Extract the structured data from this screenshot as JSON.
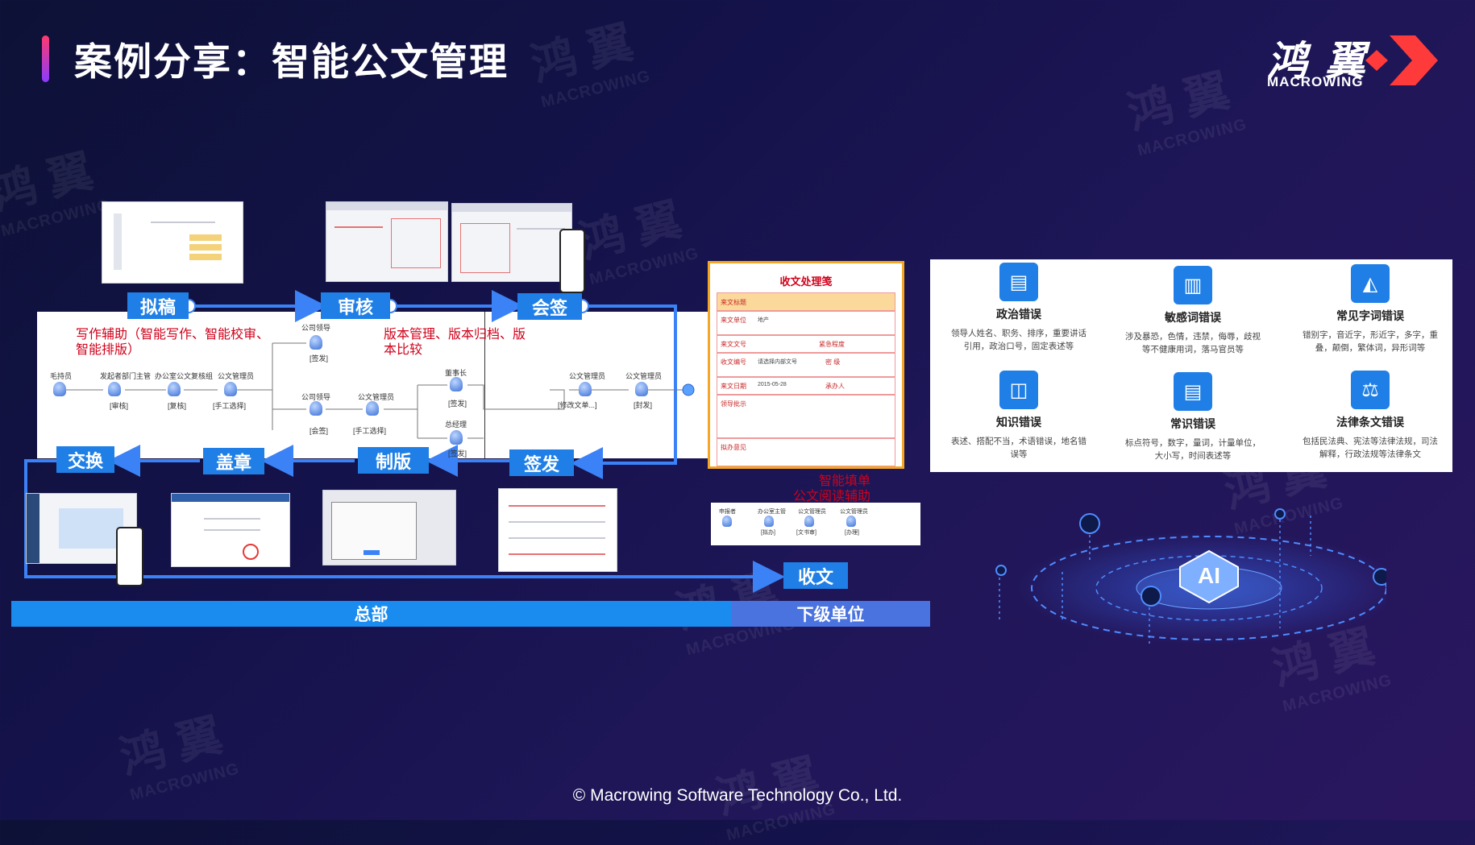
{
  "header": {
    "title": "案例分享：智能公文管理"
  },
  "brand": {
    "name_cn": "鸿 翼",
    "name_en": "MACROWING"
  },
  "watermark": {
    "cn": "鸿 翼",
    "en": "MACROWING"
  },
  "workflow": {
    "stages": {
      "draft": "拟稿",
      "review": "审核",
      "countersign": "会签",
      "issue": "签发",
      "typeset": "制版",
      "stamp": "盖章",
      "exchange": "交换",
      "receive": "收文"
    },
    "note_writing": "写作辅助（智能写作、智能校审、智能排版）",
    "note_version": "版本管理、版本归档、版本比较",
    "note_form": "智能填单\n公文阅读辅助",
    "nodes": {
      "n1": "毛持员",
      "n2": "发起者部门主管",
      "n3": "办公室公文复核组",
      "n4": "公文管理员",
      "n5": "公司领导",
      "n6": "公司领导",
      "n7": "公文管理员",
      "n8": "董事长",
      "n9": "总经理",
      "n10": "公文管理员",
      "n11": "公文管理员",
      "t2": "[审核]",
      "t3": "[复核]",
      "t4": "[手工选择]",
      "t5": "[签发]",
      "t6": "[会签]",
      "t7": "[手工选择]",
      "t8": "[签发]",
      "t9": "[签发]",
      "t10": "[修改文单...]",
      "t11": "[封发]"
    },
    "hq": "总部",
    "sub": "下级单位"
  },
  "form": {
    "title": "收文处理笺",
    "rows": [
      {
        "label": "来文标题",
        "value": ""
      },
      {
        "label": "来文单位",
        "value": "地产"
      },
      {
        "label": "来文文号",
        "value": "",
        "extra": "紧急程度"
      },
      {
        "label": "收文编号",
        "value": "请选择内部文号",
        "extra": "密 级"
      },
      {
        "label": "来文日期",
        "value": "2015-05-28",
        "extra": "承办人"
      },
      {
        "label": "领导批示",
        "value": ""
      },
      {
        "label": "拟办意见",
        "value": ""
      }
    ]
  },
  "mini_flow": {
    "n1": "申报者",
    "n2": "办公室主管",
    "n3": "公文管理员",
    "n4": "公文管理员",
    "t2": "[拟办]",
    "t3": "[文书审]",
    "t4": "[办理]"
  },
  "errors": [
    {
      "icon": "document-icon",
      "glyph": "▤",
      "title": "政治错误",
      "desc": "领导人姓名、职务、排序，重要讲话引用，政治口号，固定表述等"
    },
    {
      "icon": "sensitive-icon",
      "glyph": "▥",
      "title": "敏感词错误",
      "desc": "涉及暴恐，色情，违禁，侮辱，歧视等不健康用词，落马官员等"
    },
    {
      "icon": "typo-icon",
      "glyph": "◭",
      "title": "常见字词错误",
      "desc": "错别字，音近字，形近字，多字，重叠，颠倒，繁体词，异形词等"
    },
    {
      "icon": "knowledge-icon",
      "glyph": "◫",
      "title": "知识错误",
      "desc": "表述、搭配不当，术语错误，地名错误等"
    },
    {
      "icon": "common-sense-icon",
      "glyph": "▤",
      "title": "常识错误",
      "desc": "标点符号，数字，量词，计量单位，大小写，时间表述等"
    },
    {
      "icon": "law-icon",
      "glyph": "⚖",
      "title": "法律条文错误",
      "desc": "包括民法典、宪法等法律法规，司法解释，行政法规等法律条文"
    }
  ],
  "ai": {
    "label": "AI"
  },
  "footer": {
    "copyright": "© Macrowing Software Technology Co., Ltd."
  },
  "colors": {
    "accent": "#1f7fe6",
    "hq_bar": "#1a8cf0",
    "sub_bar": "#4a73e0",
    "note_red": "#d0021b",
    "form_border": "#f5a623"
  }
}
